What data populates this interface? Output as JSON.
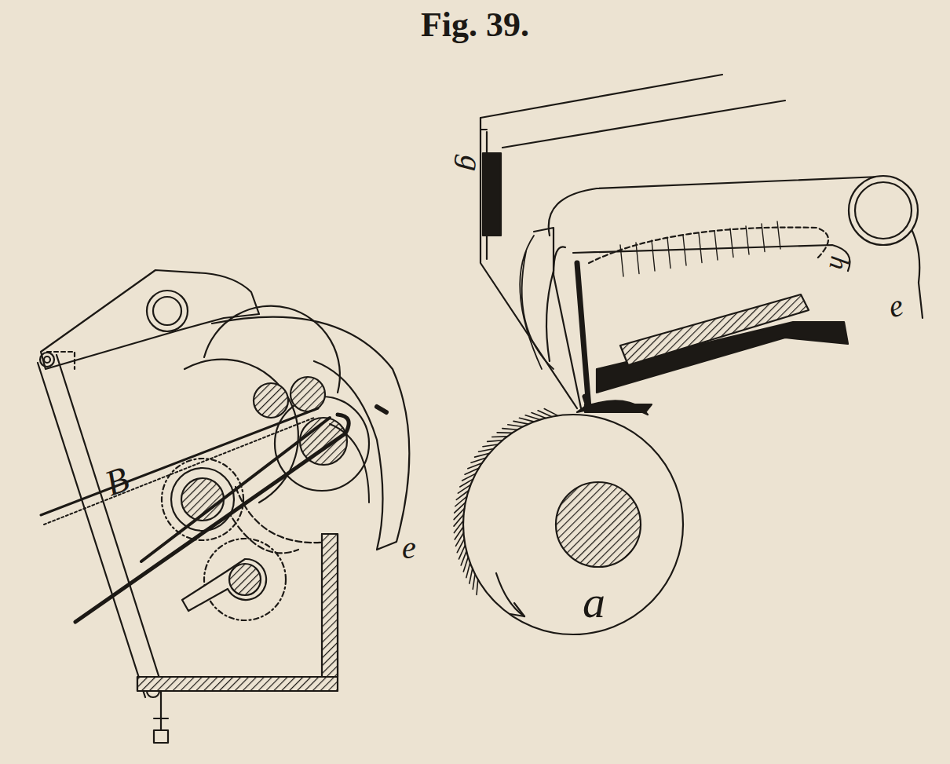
{
  "diagram": {
    "title": "Fig. 39.",
    "labels": [
      "B",
      "e",
      "g",
      "h",
      "e",
      "a"
    ]
  }
}
